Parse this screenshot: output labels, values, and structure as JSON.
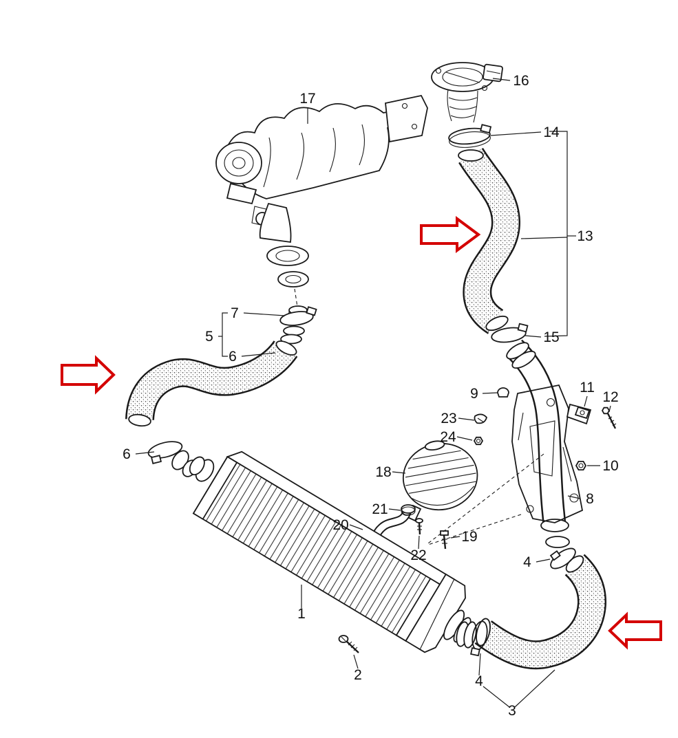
{
  "diagram": {
    "colors": {
      "line": "#1a1a1a",
      "arrow": "#d40000",
      "background": "#ffffff",
      "label": "#111111"
    },
    "callouts": [
      {
        "label": "17",
        "part": "exhaust-manifold-with-turbocharger"
      },
      {
        "label": "16",
        "part": "throttle-valve"
      },
      {
        "label": "14",
        "part": "hose-clamp"
      },
      {
        "label": "13",
        "part": "charge-air-hose-upper"
      },
      {
        "label": "15",
        "part": "hose-clamp"
      },
      {
        "label": "7",
        "part": "hose-clamp"
      },
      {
        "label": "5",
        "part": "hose-assembly"
      },
      {
        "label": "6",
        "part": "charge-air-hose-left"
      },
      {
        "label": "6",
        "part": "hose-clamp"
      },
      {
        "label": "9",
        "part": "cap"
      },
      {
        "label": "11",
        "part": "retainer"
      },
      {
        "label": "12",
        "part": "screw"
      },
      {
        "label": "23",
        "part": "clip"
      },
      {
        "label": "24",
        "part": "nut"
      },
      {
        "label": "10",
        "part": "nut"
      },
      {
        "label": "18",
        "part": "resonator"
      },
      {
        "label": "8",
        "part": "mounting-bracket"
      },
      {
        "label": "21",
        "part": "clamp"
      },
      {
        "label": "20",
        "part": "vent-hose"
      },
      {
        "label": "22",
        "part": "screw"
      },
      {
        "label": "19",
        "part": "bolt"
      },
      {
        "label": "4",
        "part": "hose-clamp"
      },
      {
        "label": "1",
        "part": "charge-air-cooler"
      },
      {
        "label": "2",
        "part": "screw"
      },
      {
        "label": "4",
        "part": "hose-clamp"
      },
      {
        "label": "3",
        "part": "charge-air-hose-lower"
      }
    ],
    "arrows": [
      {
        "name": "flow-arrow-upper",
        "direction": "right"
      },
      {
        "name": "flow-arrow-left",
        "direction": "right"
      },
      {
        "name": "flow-arrow-lower",
        "direction": "left"
      }
    ]
  }
}
